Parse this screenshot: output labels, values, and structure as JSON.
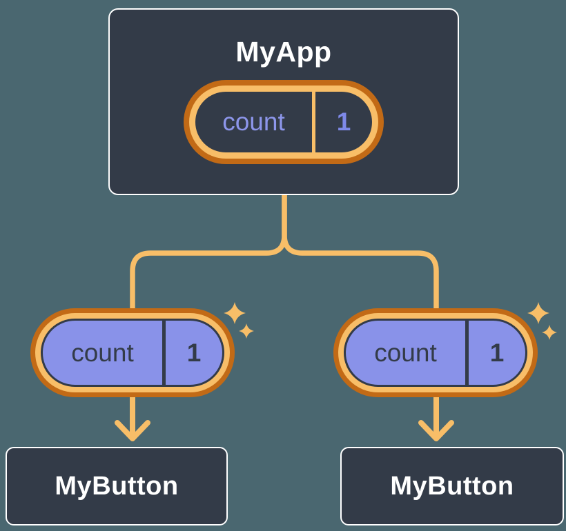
{
  "canvas": {
    "background_color": "#4A6770",
    "description": "React state tree diagram: parent component shares count state with two child buttons"
  },
  "colors": {
    "node_fill": "#333B48",
    "node_border": "#FFFFFF",
    "node_text": "#FFFFFF",
    "state_ring_outer": "#C26A16",
    "state_ring_inner": "#F8BE68",
    "state_core_dark": "#333B48",
    "state_core_purple": "#8992E9",
    "state_text_periwinkle": "#8D96EB",
    "state_text_dark": "#333B48",
    "connector": "#F8BE68",
    "sparkle": "#F8BE68"
  },
  "tree": {
    "root": {
      "title": "MyApp",
      "state": {
        "label": "count",
        "value": "1"
      }
    },
    "children": [
      {
        "title": "MyButton",
        "state": {
          "label": "count",
          "value": "1"
        }
      },
      {
        "title": "MyButton",
        "state": {
          "label": "count",
          "value": "1"
        }
      }
    ]
  }
}
